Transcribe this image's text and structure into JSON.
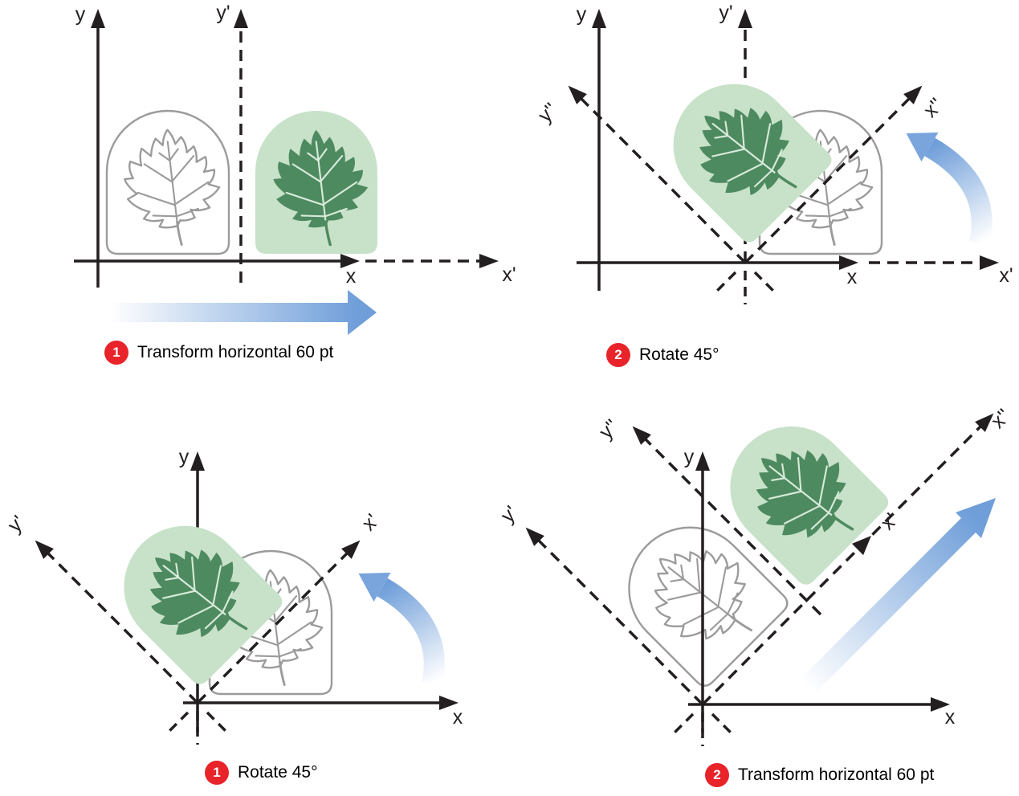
{
  "colors": {
    "background": "#ffffff",
    "axis": "#231f20",
    "outline_gray": "#9b9b9b",
    "leaf_light_green": "#c8e2c9",
    "leaf_dark_green": "#4e8a60",
    "vein_light": "#d8ebda",
    "arrow_blue": "#6f9ed9",
    "arrow_blue_head": "#7aa5dc",
    "arrow_fade": "#ffffff",
    "badge_red": "#e8232a",
    "badge_number": "#ffffff",
    "caption_text": "#000000"
  },
  "panels": [
    {
      "id": "top-left",
      "axis_labels": {
        "y": "y",
        "y_prime": "y'",
        "x": "x",
        "x_prime": "x'"
      },
      "caption": {
        "number": "1",
        "label": "Transform horizontal 60 pt"
      }
    },
    {
      "id": "top-right",
      "axis_labels": {
        "y": "y",
        "y_prime": "y'",
        "y_double_prime": "y''",
        "x": "x",
        "x_prime": "x'",
        "x_double_prime": "x''"
      },
      "caption": {
        "number": "2",
        "label": "Rotate 45°"
      }
    },
    {
      "id": "bottom-left",
      "axis_labels": {
        "y": "y",
        "y_prime": "y'",
        "x": "x",
        "x_prime": "x'"
      },
      "caption": {
        "number": "1",
        "label": "Rotate 45°"
      }
    },
    {
      "id": "bottom-right",
      "axis_labels": {
        "y": "y",
        "y_prime": "y'",
        "y_double_prime": "y''",
        "x": "x",
        "x_prime": "x'",
        "x_double_prime": "x''"
      },
      "caption": {
        "number": "2",
        "label": "Transform horizontal 60 pt"
      }
    }
  ]
}
